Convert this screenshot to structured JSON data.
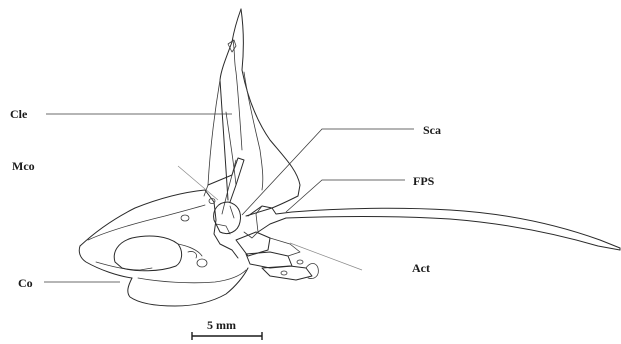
{
  "figure": {
    "labels": {
      "cle": "Cle",
      "mco": "Mco",
      "co": "Co",
      "sca": "Sca",
      "fps": "FPS",
      "act": "Act"
    },
    "scale_bar": {
      "label": "5 mm"
    },
    "colors": {
      "line": "#2a2a2a",
      "leader_light": "#8a8a8a",
      "background": "#ffffff"
    }
  }
}
